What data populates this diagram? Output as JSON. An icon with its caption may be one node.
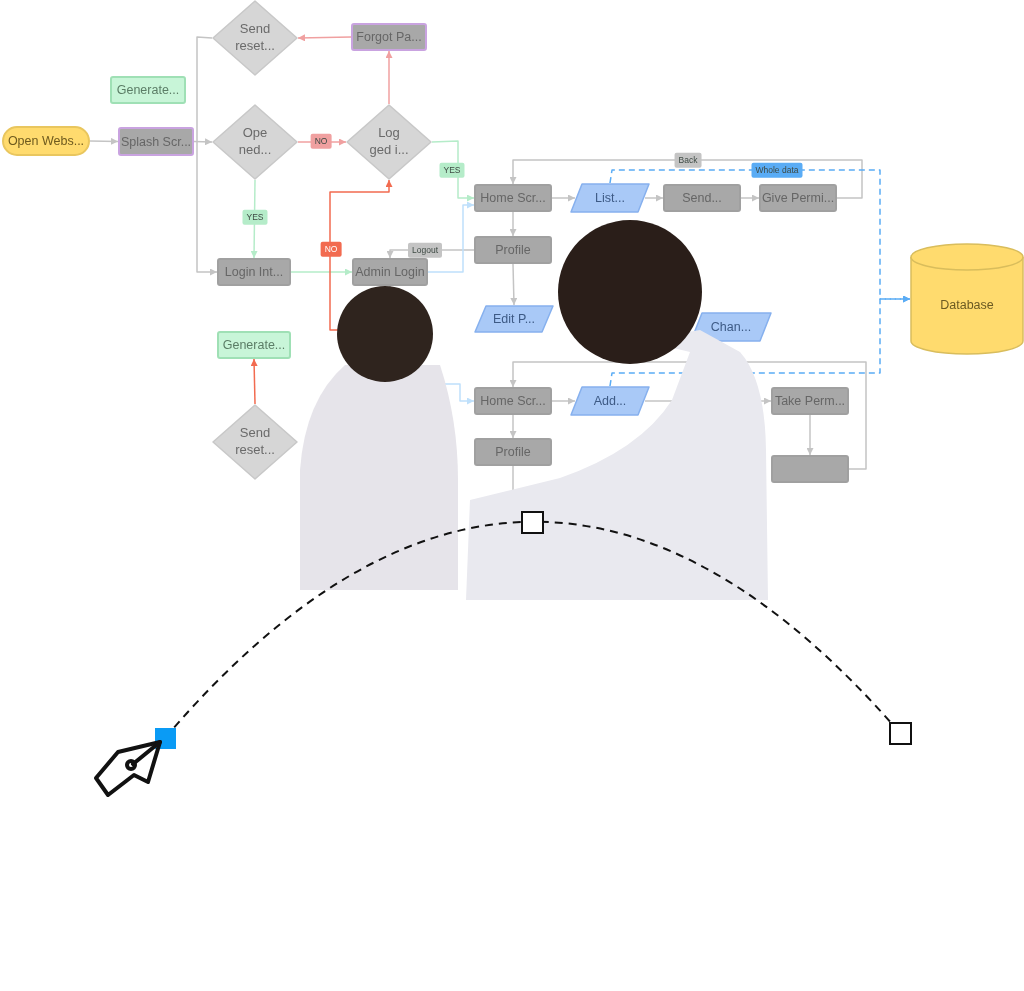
{
  "diagram": {
    "nodes": [
      {
        "text": [
          "Open Webs..."
        ]
      },
      {
        "text": [
          "Splash Scr..."
        ]
      },
      {
        "text": [
          "Send reset..."
        ]
      },
      {
        "text": [
          "Forgot Pa..."
        ]
      },
      {
        "text": [
          "Generate..."
        ]
      },
      {
        "text": [
          "Ope ned..."
        ]
      },
      {
        "text": [
          "Log ged i..."
        ]
      },
      {
        "text": [
          "Login Int..."
        ]
      },
      {
        "text": [
          "Admin Login"
        ]
      },
      {
        "text": [
          "Generate..."
        ]
      },
      {
        "text": [
          "Send reset..."
        ]
      },
      {
        "text": [
          "Home Scr..."
        ]
      },
      {
        "text": [
          "List..."
        ]
      },
      {
        "text": [
          "Send..."
        ]
      },
      {
        "text": [
          "Give Permi..."
        ]
      },
      {
        "text": [
          "Profile"
        ]
      },
      {
        "text": [
          "Edit P..."
        ]
      },
      {
        "text": [
          "Chan..."
        ]
      },
      {
        "text": [
          "Database"
        ]
      },
      {
        "text": [
          "Home Scr..."
        ]
      },
      {
        "text": [
          "Add..."
        ]
      },
      {
        "text": [
          "Take Perm..."
        ]
      },
      {
        "text": [
          "Profile"
        ]
      },
      {
        "text": [],
        "shape": "box"
      }
    ],
    "edges": [
      {
        "from": 0,
        "to": 1,
        "arrow": "to"
      },
      {
        "from": 1,
        "to": 5,
        "arrow": "to"
      },
      {
        "from": 5,
        "to": 6,
        "arrow": "to",
        "label": "NO",
        "color": "#f0a0a0"
      },
      {
        "from": 6,
        "to": 3,
        "arrow": "to",
        "color": "#f0a0a0"
      },
      {
        "from": 3,
        "to": 2,
        "arrow": "to",
        "color": "#f0a0a0"
      },
      {
        "from": 2,
        "to": 7,
        "arrow": "to"
      },
      {
        "from": 5,
        "to": 7,
        "arrow": "to",
        "label": "YES",
        "color": "#b5ecc9"
      },
      {
        "from": 6,
        "to": 11,
        "arrow": "to",
        "label": "YES",
        "color": "#b5ecc9"
      },
      {
        "from": 7,
        "to": 8,
        "arrow": "to",
        "color": "#b5ecc9"
      },
      {
        "from": 15,
        "to": 8,
        "arrow": "to",
        "label": "Logout"
      },
      {
        "from": null,
        "to": 6,
        "arrow": "to",
        "label": "NO",
        "color": "#f26b50"
      },
      {
        "from": 8,
        "to": 11,
        "arrow": "to",
        "color": "#bfe0fb"
      },
      {
        "from": null,
        "to": 8,
        "arrow": "to"
      },
      {
        "from": null,
        "to": 19,
        "arrow": "to",
        "color": "#bfe0fb"
      },
      {
        "from": 10,
        "to": 9,
        "arrow": "to",
        "color": "#f26b50"
      },
      {
        "from": 11,
        "to": 12,
        "arrow": "to"
      },
      {
        "from": 12,
        "to": 13,
        "arrow": "to"
      },
      {
        "from": 13,
        "to": 14,
        "arrow": "to"
      },
      {
        "from": 14,
        "to": 11,
        "arrow": "to",
        "label": "Back"
      },
      {
        "from": 11,
        "to": 15,
        "arrow": "to"
      },
      {
        "from": 15,
        "to": 16,
        "arrow": "to"
      },
      {
        "from": 12,
        "to": 18,
        "arrow": "to",
        "label": "Whole data",
        "style": "dashed",
        "color": "#5aacf5"
      },
      {
        "from": 20,
        "to": 18,
        "arrow": "to",
        "style": "dashed",
        "color": "#5aacf5"
      },
      {
        "from": 19,
        "to": 20,
        "arrow": "to"
      },
      {
        "from": 20,
        "to": null,
        "arrow": "none"
      },
      {
        "from": null,
        "to": 21,
        "arrow": "to"
      },
      {
        "from": 21,
        "to": 23,
        "arrow": "to"
      },
      {
        "from": 23,
        "to": 19,
        "arrow": "to"
      },
      {
        "from": 19,
        "to": 22,
        "arrow": "to"
      },
      {
        "from": 22,
        "to": null,
        "arrow": "none"
      }
    ]
  }
}
